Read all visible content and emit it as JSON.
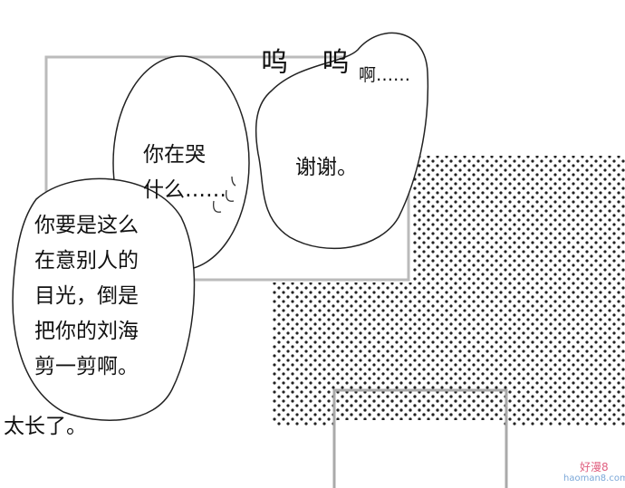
{
  "bubbles": {
    "crying": {
      "lines": [
        "你在哭",
        "什么……"
      ]
    },
    "bangs": {
      "lines": [
        "你要是这么",
        "在意别人的",
        "目光，倒是",
        "把你的刘海",
        "剪一剪啊。"
      ]
    },
    "thanks": {
      "text": "谢谢。"
    }
  },
  "sfx": {
    "sob": "呜 呜",
    "ah": "啊……"
  },
  "caption": "太长了。",
  "watermark": {
    "name": "好漫8",
    "url": "haoman8.com"
  }
}
